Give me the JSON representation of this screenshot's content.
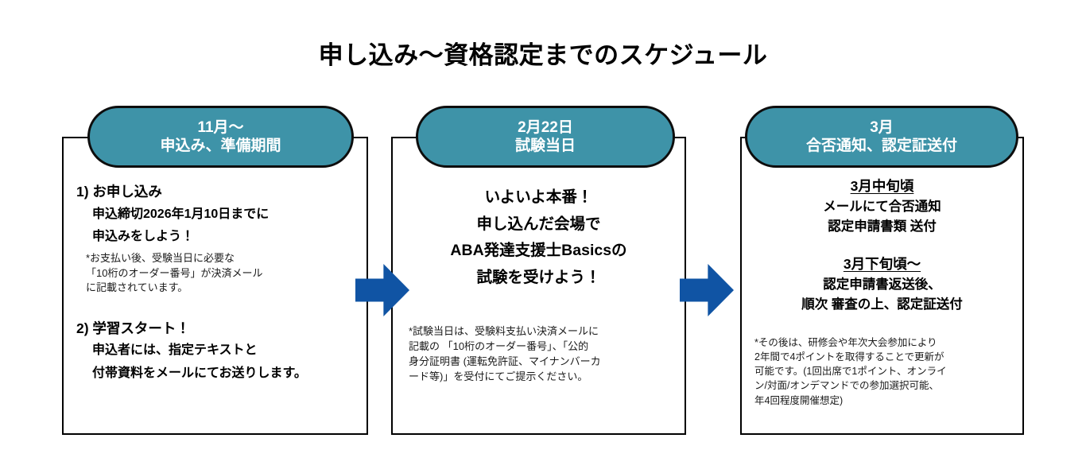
{
  "title": "申し込み〜資格認定までのスケジュール",
  "colors": {
    "pill_fill": "#3e93a8",
    "pill_border": "#0d0d0d",
    "arrow": "#1054a4",
    "box_border": "#000000",
    "text": "#000000",
    "background": "#ffffff"
  },
  "arrows": [
    {
      "name": "arrow-stage1-to-stage2",
      "direction": "right"
    },
    {
      "name": "arrow-stage2-to-stage3",
      "direction": "right"
    }
  ],
  "stages": [
    {
      "id": "stage-1",
      "pill": {
        "line1": "11月〜",
        "line2": "申込み、準備期間"
      },
      "items": [
        {
          "heading": "1) お申し込み",
          "sublines": [
            "申込締切2026年1月10日までに",
            "申込みをしよう！"
          ],
          "note": [
            "*お支払い後、受験当日に必要な",
            "「10桁のオーダー番号」が決済メール",
            "に記載されています。"
          ]
        },
        {
          "heading": "2) 学習スタート！",
          "sublines": [
            "申込者には、指定テキストと",
            "付帯資料をメールにてお送りします。"
          ],
          "note": []
        }
      ]
    },
    {
      "id": "stage-2",
      "pill": {
        "line1": "2月22日",
        "line2": "試験当日"
      },
      "main_lines": [
        "いよいよ本番！",
        "申し込んだ会場で",
        "ABA発達支援士Basicsの",
        "試験を受けよう！"
      ],
      "note": [
        "*試験当日は、受験料支払い決済メールに",
        "記載の 「10桁のオーダー番号」、「公的",
        "身分証明書 (運転免許証、マイナンバーカ",
        "ード等)」を受付にてご提示ください。"
      ]
    },
    {
      "id": "stage-3",
      "pill": {
        "line1": "3月",
        "line2": "合否通知、認定証送付"
      },
      "groups": [
        {
          "heading": "3月中旬頃 ",
          "lines": [
            "メールにて合否通知",
            "認定申請書類 送付"
          ]
        },
        {
          "heading": "3月下旬頃〜",
          "lines": [
            "認定申請書返送後、",
            "順次 審査の上、認定証送付"
          ]
        }
      ],
      "note": [
        "*その後は、研修会や年次大会参加により",
        "2年間で4ポイントを取得することで更新が",
        "可能です。(1回出席で1ポイント、オンライ",
        "ン/対面/オンデマンドでの参加選択可能、",
        "年4回程度開催想定)"
      ]
    }
  ]
}
